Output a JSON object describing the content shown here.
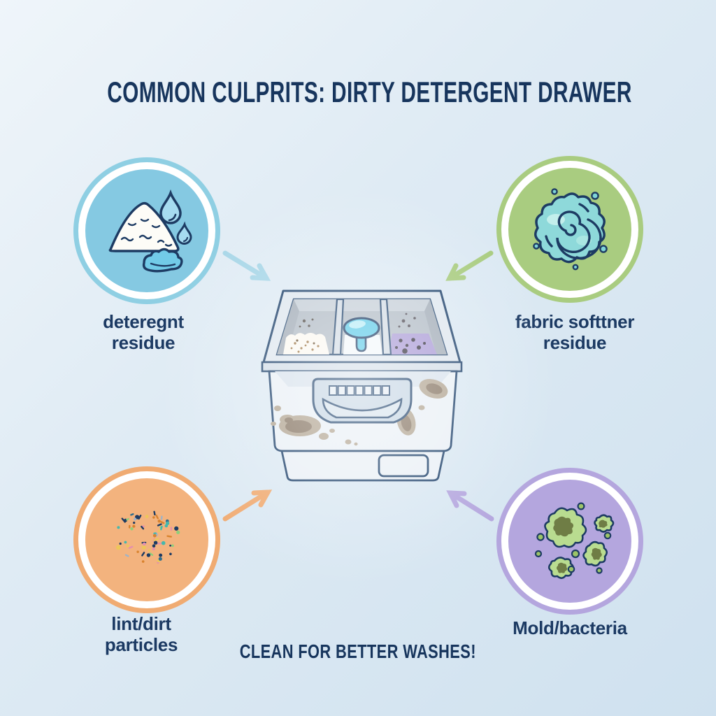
{
  "title": "COMMON CULPRITS: DIRTY DETERGENT DRAWER",
  "footer": "CLEAN FOR BETTER WASHES!",
  "center_illustration": {
    "name": "dirty-detergent-drawer",
    "description": "open washing machine detergent drawer with three compartments (powder, blue gel, fabric softener), dark specks and brown grime stains"
  },
  "culprits": [
    {
      "id": "detergent-residue",
      "label": "deteregnt\nresidue",
      "icon": "powder-and-drops-icon",
      "circle_color": "#85c9e2",
      "arrow_color": "#a9d7e8"
    },
    {
      "id": "fabric-softener-residue",
      "label": "fabric softtner\nresidue",
      "icon": "softener-swirl-icon",
      "circle_color": "#a9cc80",
      "arrow_color": "#a9cc80"
    },
    {
      "id": "lint-dirt-particles",
      "label": "lint/dirt\nparticles",
      "icon": "lint-specks-icon",
      "circle_color": "#f3b37e",
      "arrow_color": "#f0ac74"
    },
    {
      "id": "mold-bacteria",
      "label": "Mold/bacteria",
      "icon": "mold-blobs-icon",
      "circle_color": "#b4a6de",
      "arrow_color": "#b4a6de"
    }
  ],
  "colors": {
    "background_top": "#eff5fa",
    "background_bottom": "#cfe1ef",
    "text_navy": "#17355d",
    "outline_navy": "#24466e",
    "stain_halo": "#b2a592",
    "stain_core": "#887765",
    "gel_blue": "#5ecbe8",
    "softener_purple": "#ab9cd6"
  }
}
